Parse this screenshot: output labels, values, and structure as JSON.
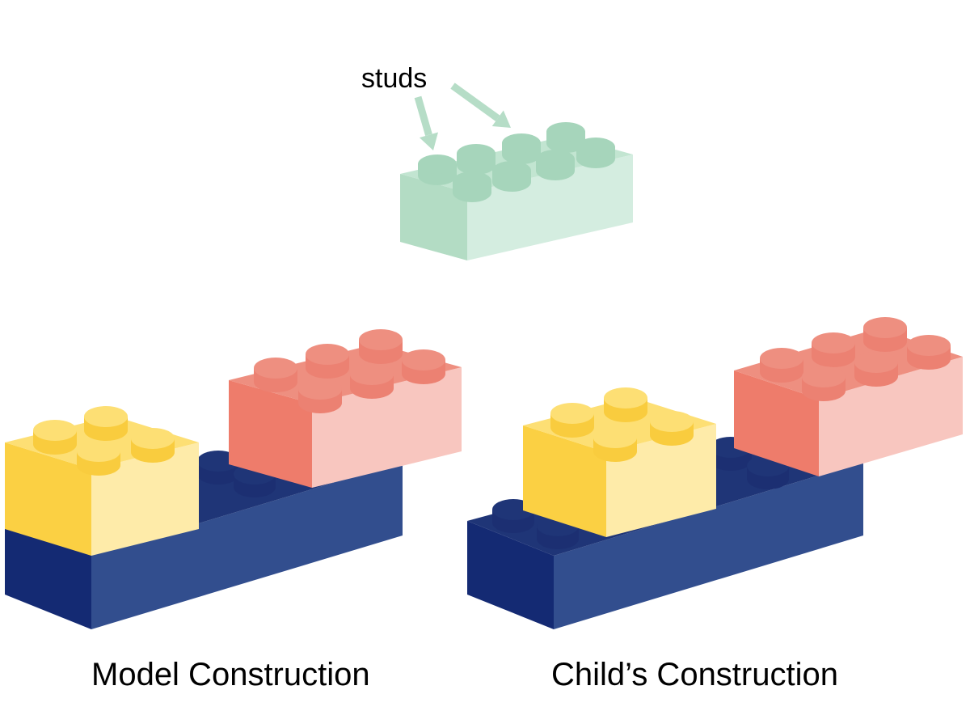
{
  "labels": {
    "studs": "studs",
    "model": "Model Construction",
    "child": "Child’s Construction"
  },
  "colors": {
    "green_top": "#c2e5d1",
    "green_left": "#b3dcc4",
    "green_right": "#d4ede0",
    "green_stud": "#a6d5bb",
    "green_arrow": "#b6ddc7",
    "red_top": "#ee8f80",
    "red_left": "#ee7c6b",
    "red_right": "#f8c6bf",
    "red_stud": "#ec8172",
    "yellow_top": "#fddf74",
    "yellow_left": "#fbd043",
    "yellow_right": "#feeba9",
    "yellow_stud": "#f9cc3e",
    "blue_top": "#1f3577",
    "blue_left": "#142a73",
    "blue_right": "#324e8e",
    "blue_stud": "#1c2f72"
  }
}
